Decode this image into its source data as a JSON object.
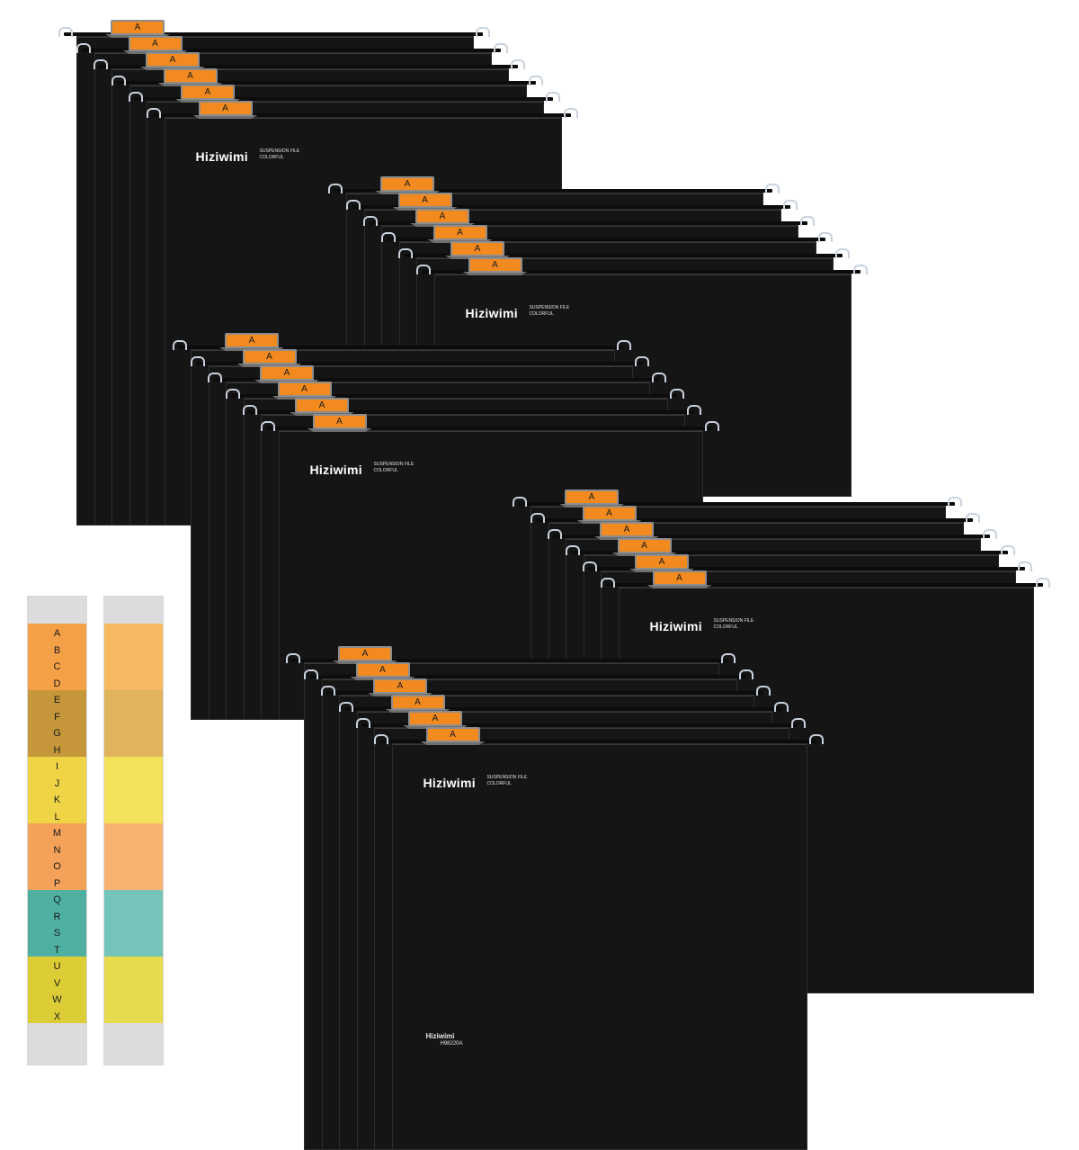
{
  "product": {
    "brand": "Hiziwimi",
    "subtitle_line1": "SUSPENSION FILE",
    "subtitle_line2": "COLORFUL",
    "tab_letter": "A",
    "model_code": "H98220A",
    "small_brand": "Hiziwimi"
  },
  "colors": {
    "folder": "#151515",
    "tab": "#f28a1f",
    "hook": "#c9d2dc",
    "strip_bg": "#dcdcdc"
  },
  "label_strips": {
    "letters": [
      "A",
      "B",
      "C",
      "D",
      "E",
      "F",
      "G",
      "H",
      "I",
      "J",
      "K",
      "L",
      "M",
      "N",
      "O",
      "P",
      "Q",
      "R",
      "S",
      "T",
      "U",
      "V",
      "W",
      "X"
    ],
    "color_bands": [
      {
        "color": "#f3a047",
        "letters": [
          "A",
          "B",
          "C",
          "D"
        ]
      },
      {
        "color": "#c5973a",
        "letters": [
          "E",
          "F",
          "G",
          "H"
        ]
      },
      {
        "color": "#efd546",
        "letters": [
          "I",
          "J",
          "K",
          "L"
        ]
      },
      {
        "color": "#f4a25a",
        "letters": [
          "M",
          "N",
          "O",
          "P"
        ]
      },
      {
        "color": "#4fb0a2",
        "letters": [
          "Q",
          "R",
          "S",
          "T"
        ]
      },
      {
        "color": "#dccd36",
        "letters": [
          "U",
          "V",
          "W",
          "X"
        ]
      }
    ],
    "blank_band_colors": [
      "#f6b860",
      "#dfb45c",
      "#f3e15a",
      "#f8b373",
      "#75c4b9",
      "#e7da4c"
    ]
  }
}
